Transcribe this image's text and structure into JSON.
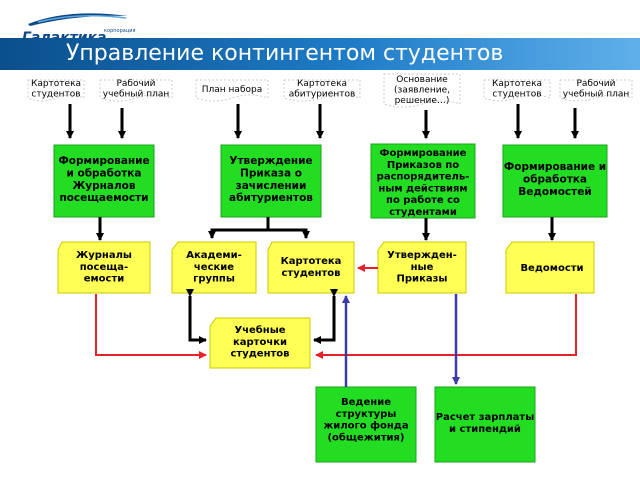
{
  "header": {
    "logo_text": "Галактика",
    "logo_sub": "корпорация",
    "title": "Управление контингентом студентов"
  },
  "documents": {
    "doc1": [
      "Картотека",
      "студентов"
    ],
    "doc2": [
      "Рабочий",
      "учебный план"
    ],
    "doc3": [
      "План набора"
    ],
    "doc4": [
      "Картотека",
      "абитуриентов"
    ],
    "doc5": [
      "Основание",
      "(заявление,",
      "решение…)"
    ],
    "doc6": [
      "Картотека",
      "студентов"
    ],
    "doc7": [
      "Рабочий",
      "учебный план"
    ]
  },
  "processes": {
    "p1": [
      "Формирование",
      "и обработка",
      "Журналов",
      "посещаемости"
    ],
    "p2": [
      "Утверждение",
      "Приказа о",
      "зачислении",
      "абитуриентов"
    ],
    "p3": [
      "Формирование",
      "Приказов по",
      "распорядитель-",
      "ным действиям",
      "по работе со",
      "студентами"
    ],
    "p4": [
      "Формирование и",
      "обработка",
      "Ведомостей"
    ],
    "p5": [
      "Ведение",
      "структуры",
      "жилого фонда",
      "(общежития)"
    ],
    "p6": [
      "Расчет зарплаты",
      "и стипендий"
    ]
  },
  "outputs": {
    "o1": [
      "Журналы",
      "посеща-",
      "емости"
    ],
    "o2": [
      "Академи-",
      "ческие",
      "группы"
    ],
    "o3": [
      "Картотека",
      "студентов"
    ],
    "o4": [
      "Утвержден-",
      "ные",
      "Приказы"
    ],
    "o5": [
      "Ведомости"
    ],
    "o6": [
      "Учебные",
      "карточки",
      "студентов"
    ]
  },
  "colors": {
    "process_green": "#22dd22",
    "output_yellow": "#ffff55",
    "title_blue": "#1e7cc7",
    "red_arrow": "#e8202a",
    "blue_arrow": "#3a3aa8",
    "black_arrow": "#000000"
  }
}
